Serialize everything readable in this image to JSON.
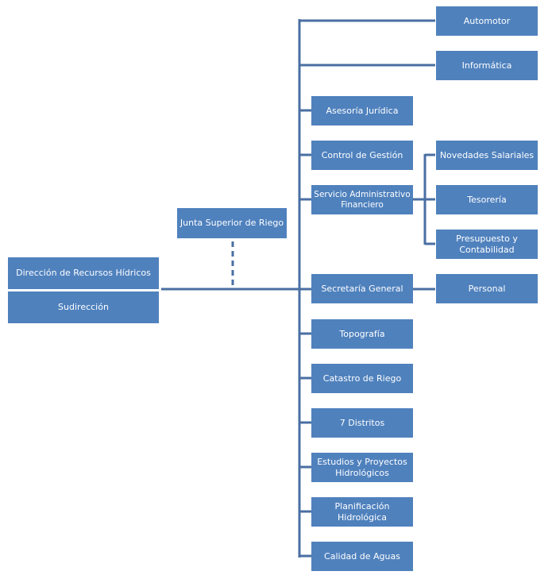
{
  "colors": {
    "box": "#4f81bd",
    "line": "#4a6fa3",
    "text": "#ffffff"
  },
  "nodes": {
    "automotor": "Automotor",
    "informatica": "Informática",
    "asesoria": "Asesoría Jurídica",
    "control": "Control de Gestión",
    "servicio": "Servicio Administrativo Financiero",
    "novedades": "Novedades Salariales",
    "tesoreria": "Tesorería",
    "presupuesto": "Presupuesto y Contabilidad",
    "junta": "Junta Superior de Riego",
    "direccion": "Dirección de Recursos Hídricos",
    "sudireccion": "Sudirección",
    "secretaria": "Secretaría General",
    "personal": "Personal",
    "topografia": "Topografía",
    "catastro": "Catastro de Riego",
    "distritos": "7 Distritos",
    "estudios": "Estudios y Proyectos Hidrológicos",
    "planificacion": "Planificación Hidrológica",
    "calidad": "Calidad de Aguas"
  }
}
